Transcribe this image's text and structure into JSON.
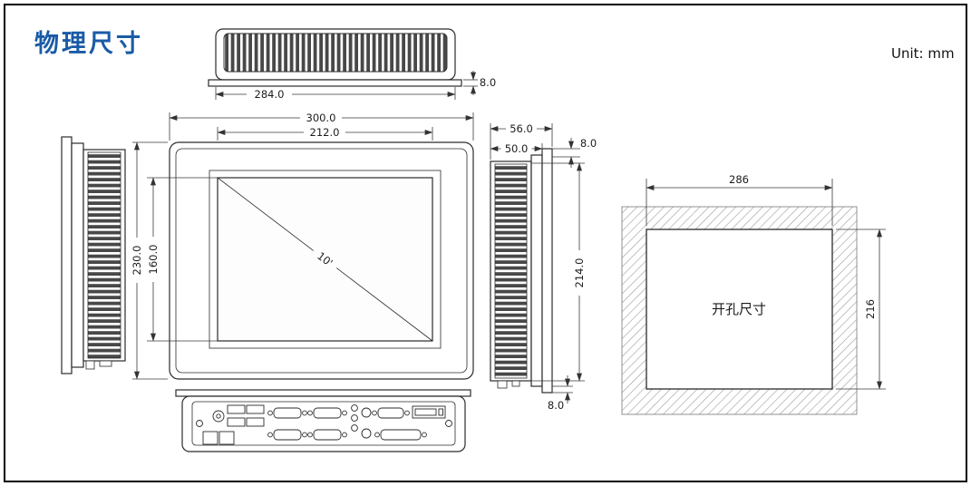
{
  "title": "物理尺寸",
  "unit": "Unit: mm",
  "cutout_label": "开孔尺寸",
  "dims": {
    "top_width": "284.0",
    "top_bezel_thickness": "8.0",
    "front_outer_width": "300.0",
    "front_screen_width": "212.0",
    "front_outer_height": "230.0",
    "front_screen_height": "160.0",
    "screen_diagonal": "10'",
    "side_depth_total": "56.0",
    "side_depth_body": "50.0",
    "side_flange_top": "8.0",
    "side_height": "214.0",
    "side_flange_bottom": "8.0",
    "cutout_width": "286",
    "cutout_height": "216"
  },
  "colors": {
    "title_blue": "#1a5ba6",
    "line": "#2b2b2b",
    "hatch_gray": "#9b9b9b",
    "background": "#ffffff"
  }
}
